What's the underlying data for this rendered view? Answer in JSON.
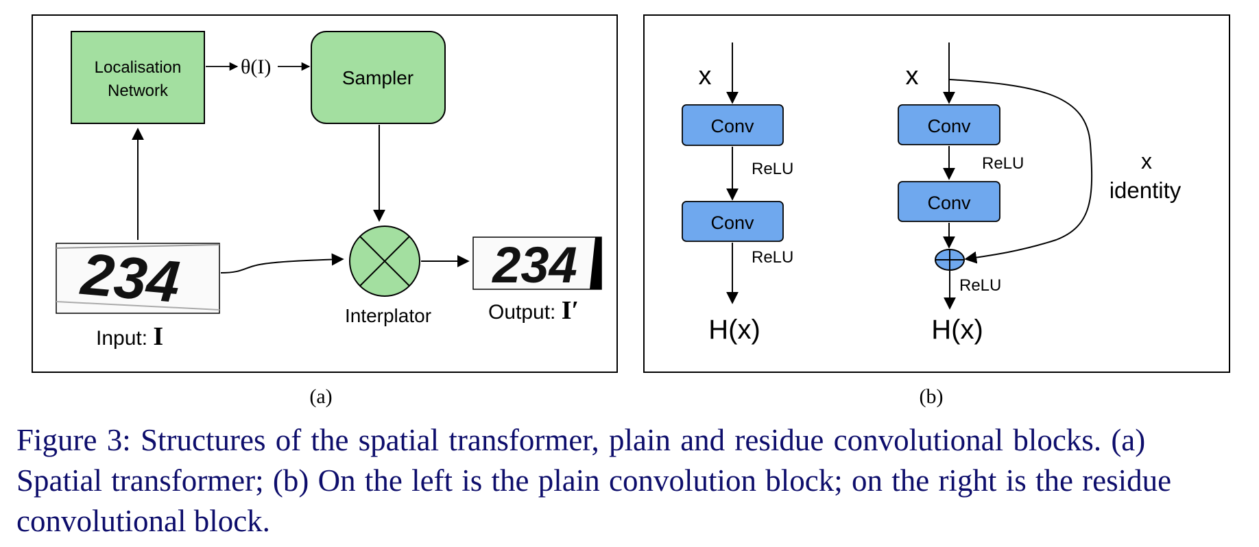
{
  "panel_a": {
    "localisation_line1": "Localisation",
    "localisation_line2": "Network",
    "theta_label": "θ(I)",
    "sampler_label": "Sampler",
    "input_prefix": "Input: ",
    "input_symbol": "I",
    "interpolator_label": "Interplator",
    "output_prefix": "Output: ",
    "output_symbol": "I′",
    "input_image_text": "234",
    "output_image_text": "234",
    "sublabel": "(a)"
  },
  "panel_b": {
    "plain": {
      "input": "x",
      "conv1": "Conv",
      "relu1": "ReLU",
      "conv2": "Conv",
      "relu2": "ReLU",
      "output": "H(x)"
    },
    "residual": {
      "input": "x",
      "conv1": "Conv",
      "relu1": "ReLU",
      "conv2": "Conv",
      "relu2": "ReLU",
      "output": "H(x)",
      "skip_label_top": "x",
      "skip_label_bottom": "identity"
    },
    "sublabel": "(b)"
  },
  "caption": {
    "line1": "Figure 3: Structures of the spatial transformer, plain and residue convolutional blocks. (a)",
    "line2": "Spatial transformer; (b) On the left is the plain convolution block; on the right is the residue",
    "line3": "convolutional block."
  },
  "colors": {
    "green_box": "#a3dfa0",
    "blue_box": "#6fa8ee",
    "caption_text": "#0d0d6b"
  }
}
